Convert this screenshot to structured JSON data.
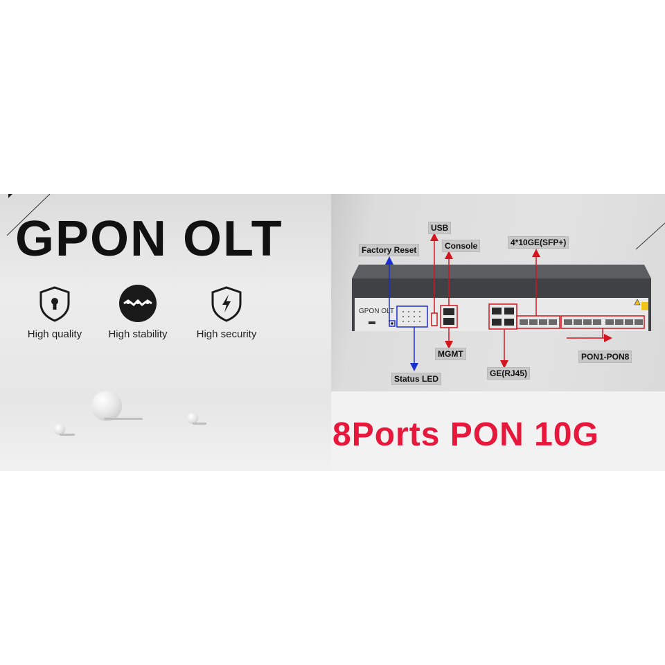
{
  "banner": {
    "title": "GPON   OLT",
    "features": [
      {
        "icon": "lock-shield-icon",
        "label": "High quality"
      },
      {
        "icon": "stability-icon",
        "label": "High stability"
      },
      {
        "icon": "lightning-shield-icon",
        "label": "High security"
      }
    ],
    "tagline": "8Ports PON 10G"
  },
  "device": {
    "front_label": "GPON  OLT",
    "callouts": {
      "usb": "USB",
      "console": "Console",
      "factory_reset": "Factory Reset",
      "sfp_plus": "4*10GE(SFP+)",
      "mgmt": "MGMT",
      "pon": "PON1-PON8",
      "status_led": "Status LED",
      "ge": "GE(RJ45)"
    }
  },
  "colors": {
    "tagline": "#e8173c",
    "arrow_red": "#d4141e",
    "arrow_blue": "#1a2fd0"
  }
}
